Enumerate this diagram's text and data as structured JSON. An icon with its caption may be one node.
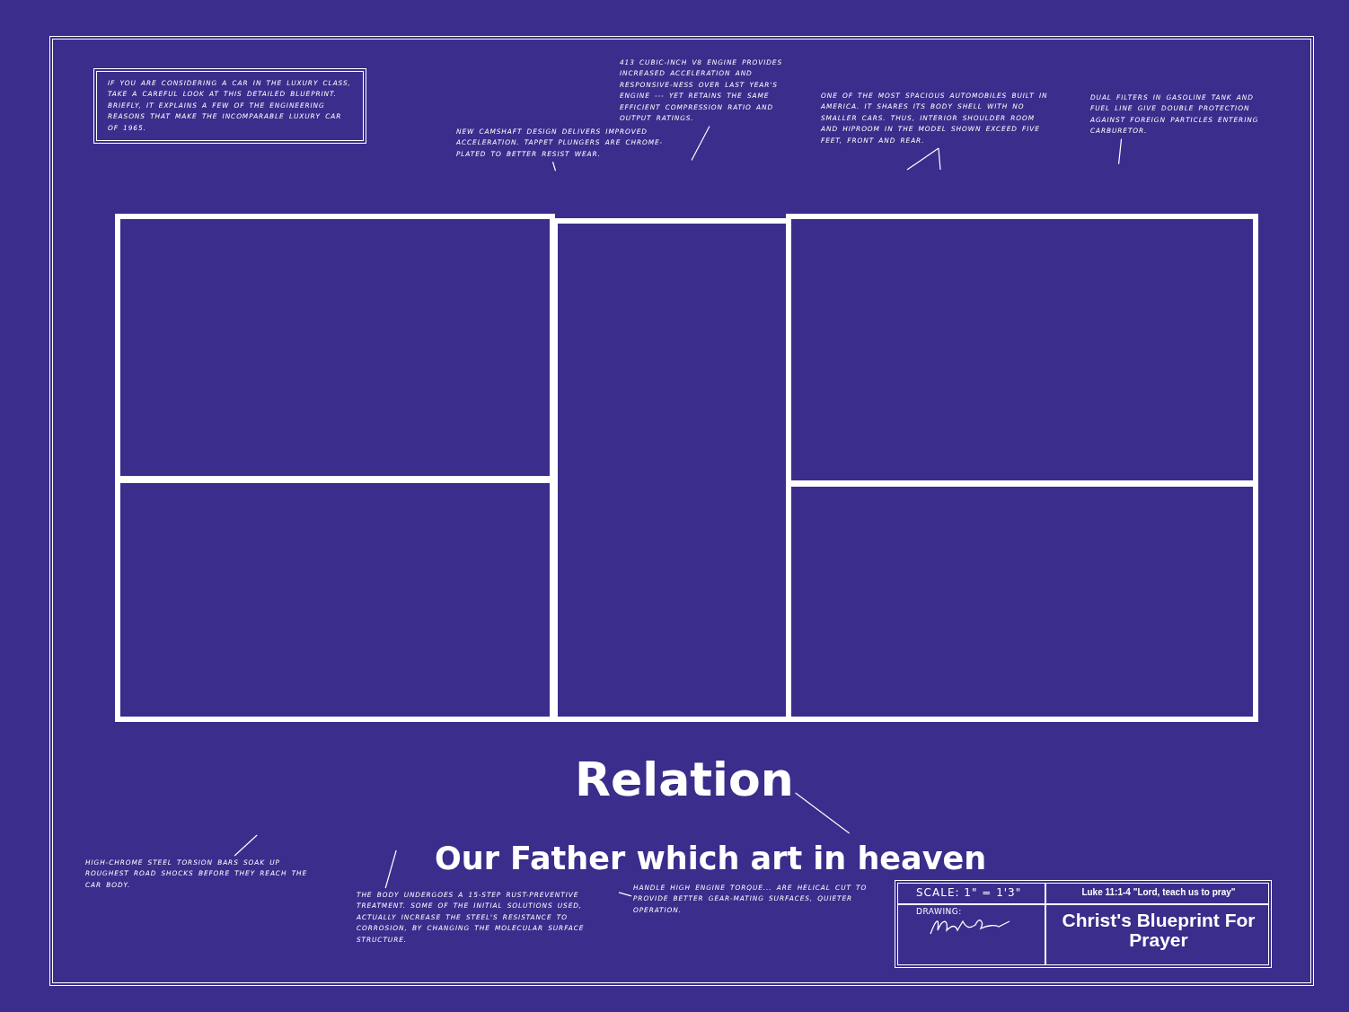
{
  "diagram": {
    "title": "Christ's Blueprint For Prayer",
    "nodes": [
      {
        "text": [
          "IF YOU ARE CONSIDERING A CAR IN THE LUXURY CLASS, TAKE A CAREFUL LOOK AT THIS DETAILED BLUEPRINT. BRIEFLY, IT EXPLAINS A FEW OF THE ENGINEERING REASONS THAT MAKE THE INCOMPARABLE LUXURY CAR OF 1965."
        ]
      },
      {
        "text": [
          "413 CUBIC-INCH V8 ENGINE PROVIDES INCREASED ACCELERATION AND RESPONSIVE-NESS OVER LAST YEAR'S ENGINE --- YET RETAINS THE SAME EFFICIENT COMPRESSION RATIO AND OUTPUT RATINGS."
        ]
      },
      {
        "text": [
          "NEW CAMSHAFT DESIGN DELIVERS IMPROVED ACCELERATION. TAPPET PLUNGERS ARE CHROME-PLATED TO BETTER RESIST WEAR."
        ]
      },
      {
        "text": [
          "ONE OF THE MOST SPACIOUS AUTOMOBILES BUILT IN AMERICA. IT SHARES ITS BODY SHELL WITH NO SMALLER CARS. THUS, INTERIOR SHOULDER ROOM AND HIPROOM IN THE MODEL SHOWN EXCEED FIVE FEET, FRONT AND REAR."
        ]
      },
      {
        "text": [
          "DUAL FILTERS IN GASOLINE TANK AND FUEL LINE GIVE DOUBLE PROTECTION AGAINST FOREIGN PARTICLES ENTERING CARBURETOR."
        ]
      },
      {
        "text": [],
        "shape": "box"
      },
      {
        "text": [],
        "shape": "box"
      },
      {
        "text": [],
        "shape": "box"
      },
      {
        "text": [],
        "shape": "box"
      },
      {
        "text": [],
        "shape": "box"
      },
      {
        "text": [
          "Relation"
        ]
      },
      {
        "text": [
          "HIGH-CHROME STEEL TORSION BARS SOAK UP ROUGHEST ROAD SHOCKS BEFORE THEY REACH THE CAR BODY."
        ]
      },
      {
        "text": [
          "THE BODY UNDERGOES A 15-STEP RUST-PREVENTIVE TREATMENT. SOME OF THE INITIAL SOLUTIONS USED, ACTUALLY INCREASE THE STEEL'S RESISTANCE TO CORROSION, BY CHANGING THE MOLECULAR SURFACE STRUCTURE."
        ]
      },
      {
        "text": [
          "HANDLE HIGH ENGINE TORQUE... ARE HELICAL CUT TO PROVIDE BETTER GEAR-MATING SURFACES, QUIETER OPERATION."
        ]
      }
    ],
    "edges": [
      {
        "from": 1,
        "to": null,
        "arrow": "none"
      },
      {
        "from": 2,
        "to": null,
        "arrow": "none"
      },
      {
        "from": 3,
        "to": null,
        "arrow": "none"
      },
      {
        "from": 3,
        "to": null,
        "arrow": "none"
      },
      {
        "from": 4,
        "to": null,
        "arrow": "none"
      },
      {
        "from": 10,
        "to": null,
        "arrow": "none"
      },
      {
        "from": 11,
        "to": null,
        "arrow": "none"
      },
      {
        "from": 12,
        "to": null,
        "arrow": "none"
      },
      {
        "from": 13,
        "to": null,
        "arrow": "none"
      }
    ],
    "labels": [
      "Our Father which art in heaven",
      "SCALE: 1\" = 1'3\"",
      "Luke 11:1-4 \"Lord, teach us to pray\"",
      "DRAWING:"
    ]
  }
}
